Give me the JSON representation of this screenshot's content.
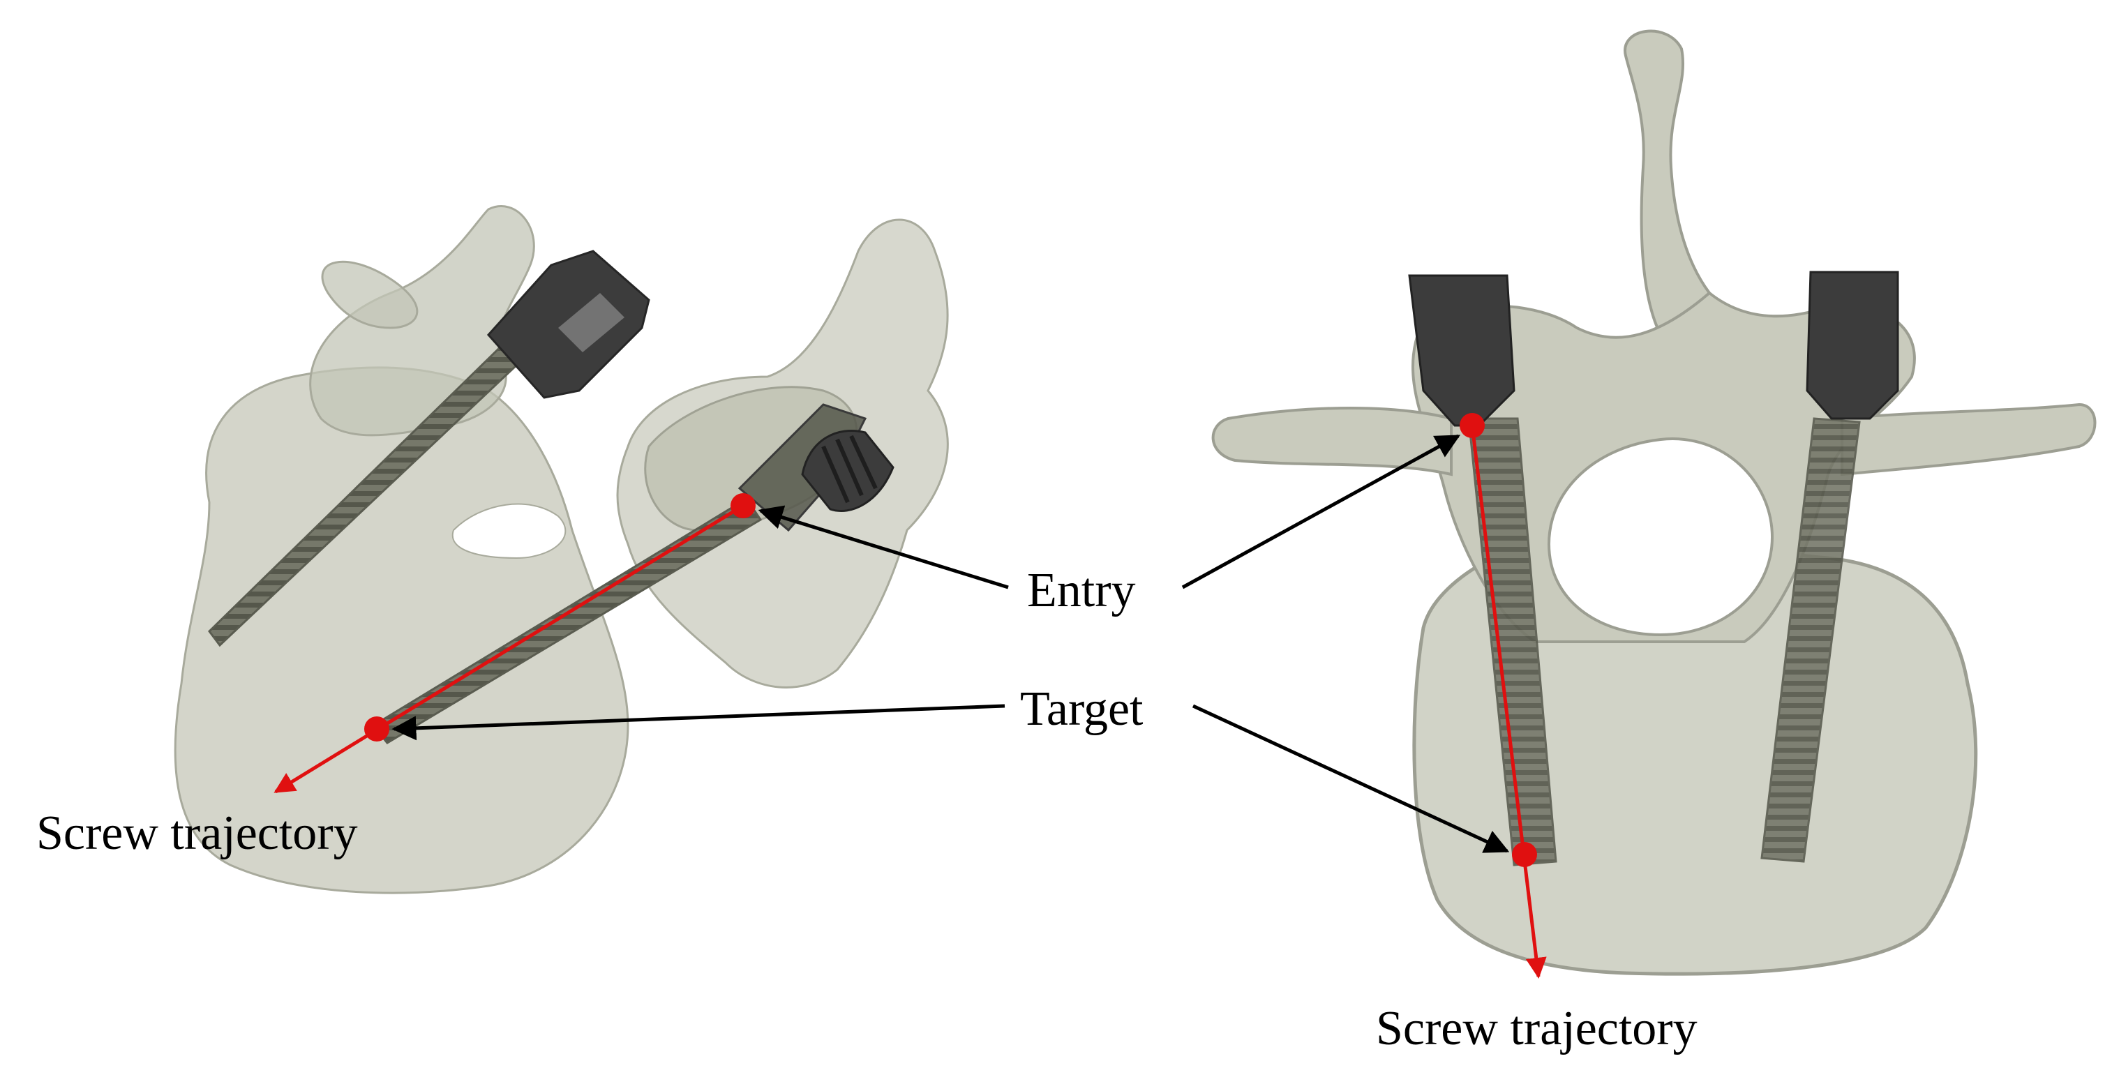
{
  "labels": {
    "entry": "Entry",
    "target": "Target",
    "screw_trajectory_left": "Screw trajectory",
    "screw_trajectory_right": "Screw trajectory"
  },
  "colors": {
    "bone_fill": "#c9cbbd",
    "bone_stroke": "#9c9e92",
    "screw_shaft": "#6b6d5f",
    "tulip_head": "#3c3c3c",
    "trajectory": "#e01010",
    "arrow": "#000000"
  }
}
